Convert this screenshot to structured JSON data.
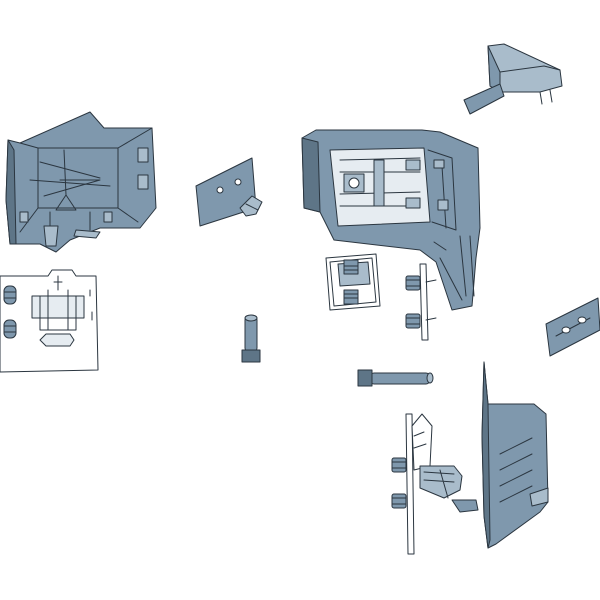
{
  "palette": {
    "steel": "#7f98ad",
    "steel_dark": "#5e7587",
    "steel_light": "#a9bccb",
    "outline": "#2b3640",
    "paper": "#ffffff",
    "pale": "#e6ecf1"
  },
  "parts": [
    {
      "name": "corner-housing-left",
      "icon": "housing-icon"
    },
    {
      "name": "mounting-plate-left",
      "icon": "plate-icon"
    },
    {
      "name": "bracket-plate-small",
      "icon": "bracket-icon"
    },
    {
      "name": "dowel-pin-vertical",
      "icon": "pin-icon"
    },
    {
      "name": "corner-housing-right",
      "icon": "housing-icon"
    },
    {
      "name": "cover-cap-top-right",
      "icon": "cap-icon"
    },
    {
      "name": "square-clip",
      "icon": "clip-icon"
    },
    {
      "name": "front-fixing-with-screws",
      "icon": "fixing-icon"
    },
    {
      "name": "slotted-plate-right",
      "icon": "plate-icon"
    },
    {
      "name": "dowel-pin-horizontal",
      "icon": "pin-icon"
    },
    {
      "name": "side-panel-with-fixing",
      "icon": "panel-icon"
    }
  ]
}
